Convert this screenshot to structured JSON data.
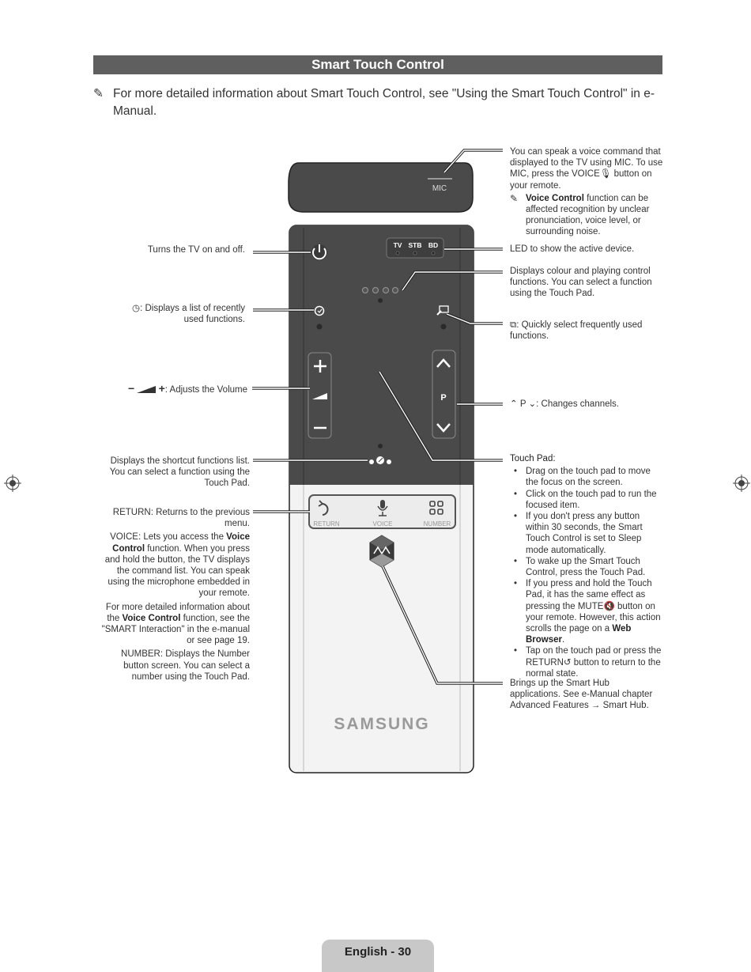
{
  "header": {
    "title": "Smart Touch Control"
  },
  "intro": {
    "note_icon": "pencil-note-icon",
    "text": "For more detailed information about Smart Touch Control, see \"Using the Smart Touch Control\" in e-Manual."
  },
  "remote": {
    "mic_label": "MIC",
    "device_leds": [
      "TV",
      "STB",
      "BD"
    ],
    "channel_label": "P",
    "bottom_buttons": [
      "RETURN",
      "VOICE",
      "NUMBER"
    ],
    "brand": "SAMSUNG"
  },
  "annotations": {
    "mic": {
      "text": "You can speak a voice command that displayed to the TV using MIC. To use MIC, press the VOICE",
      "text_end": " button on your remote.",
      "voice_icon": "microphone-icon",
      "note_bold": "Voice Control",
      "note_rest": " function can be affected recognition by unclear pronunciation, voice level, or surrounding noise."
    },
    "power": "Turns the TV on and off.",
    "led": "LED to show the active device.",
    "colour": "Displays colour and playing control functions. You can select a function using the Touch Pad.",
    "recent": ": Displays a list of recently used functions.",
    "favorite": ": Quickly select frequently used functions.",
    "volume": ": Adjusts the Volume",
    "channel": ": Changes channels.",
    "shortcut": "Displays the shortcut functions list. You can select a function using the Touch Pad.",
    "return_label": "RETURN",
    "return_text": ": Returns to the previous menu.",
    "voice_label": "VOICE",
    "voice_text_1": ": Lets you access the ",
    "voice_bold": "Voice Control",
    "voice_text_2": " function. When you press and hold the button, the TV displays the command list. You can speak using the microphone embedded in your remote.",
    "voice_more_1": "For more detailed information about the ",
    "voice_more_bold": "Voice Control",
    "voice_more_2": " function, see the \"SMART Interaction\" in the e-manual or see page 19.",
    "number_label": "NUMBER",
    "number_text": ": Displays the Number button screen. You can select a number using the Touch Pad.",
    "touchpad_title": "Touch Pad:",
    "touchpad_items": [
      "Drag on the touch pad to move the focus on the screen.",
      "Click on the touch pad to run the focused item.",
      "If you don't press any button within 30 seconds, the Smart Touch Control is set to Sleep mode automatically.",
      "To wake up the Smart Touch Control, press the Touch Pad."
    ],
    "touchpad_item5_a": "If you press and hold the Touch Pad, it has the same effect as pressing the MUTE",
    "touchpad_item5_b": " button on your remote. However, this action scrolls the page on a ",
    "touchpad_item5_bold": "Web Browser",
    "touchpad_item5_c": ".",
    "touchpad_item6_a": "Tap on the touch pad or press the RETURN",
    "touchpad_item6_b": " button to return to the normal state.",
    "smarthub": "Brings up the Smart Hub applications. See e-Manual chapter Advanced Features → Smart Hub."
  },
  "footer": {
    "page": "English - 30"
  }
}
